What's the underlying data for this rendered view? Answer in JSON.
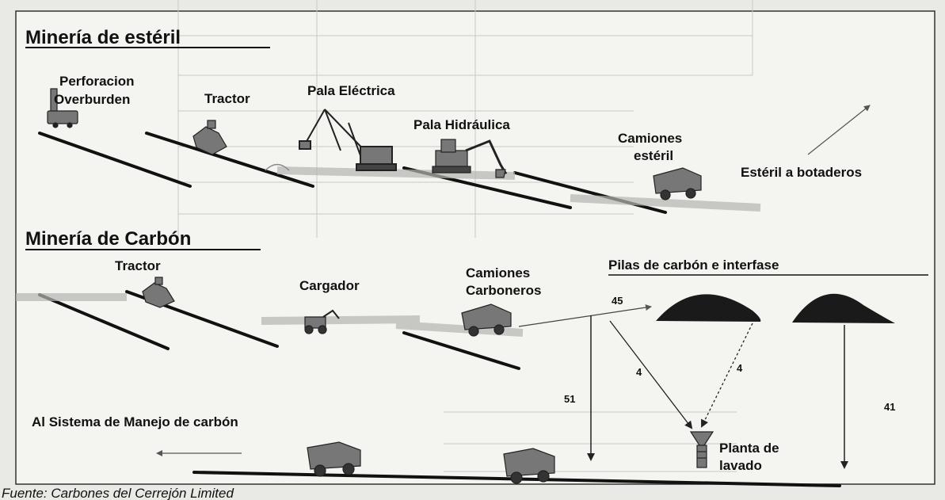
{
  "sections": {
    "waste": {
      "title": "Minería de estéril"
    },
    "coal": {
      "title": "Minería de Carbón"
    }
  },
  "labels": {
    "perforacion_line1": "Perforacion",
    "perforacion_line2": "Overburden",
    "tractor_waste": "Tractor",
    "pala_electrica": "Pala Eléctrica",
    "pala_hidraulica": "Pala Hidráulica",
    "camiones_esteril_line1": "Camiones",
    "camiones_esteril_line2": "estéril",
    "esteril_botaderos": "Estéril a botaderos",
    "tractor_coal": "Tractor",
    "cargador": "Cargador",
    "camiones_carboneros_line1": "Camiones",
    "camiones_carboneros_line2": "Carboneros",
    "pilas": "Pilas de carbón e interfase",
    "sistema_manejo": "Al Sistema de Manejo de carbón",
    "planta_line1": "Planta de",
    "planta_line2": "lavado"
  },
  "flows": {
    "to_piles": "45",
    "direct": "51",
    "pile1_to_plant": "4",
    "pile2_to_plant": "4",
    "pile_to_system": "41"
  },
  "source": "Fuente: Carbones del Cerrejón Limited"
}
